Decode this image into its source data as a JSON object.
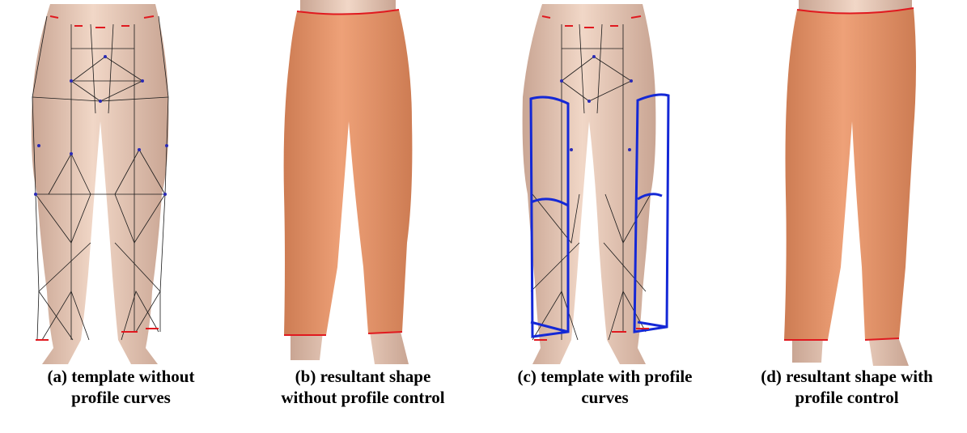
{
  "panels": [
    {
      "id": "a",
      "caption_line1": "(a) template without",
      "caption_line2": "profile curves",
      "content": "template",
      "profile_curves": false
    },
    {
      "id": "b",
      "caption_line1": "(b) resultant shape",
      "caption_line2": "without profile control",
      "content": "resultant",
      "profile_curves": false
    },
    {
      "id": "c",
      "caption_line1": "(c) template with profile",
      "caption_line2": "curves",
      "content": "template",
      "profile_curves": true
    },
    {
      "id": "d",
      "caption_line1": "(d) resultant shape with",
      "caption_line2": "profile control",
      "content": "resultant",
      "profile_curves": true
    }
  ],
  "colors": {
    "skin": "#eacdbd",
    "skin_shadow": "#c9a593",
    "garment": "#e99a6f",
    "garment_shadow": "#cd7c53",
    "waist_hem": "#e0191f",
    "wireframe": "#1a1a1a",
    "nodes": "#2a2ab5",
    "profile_curve": "#1428d6"
  }
}
